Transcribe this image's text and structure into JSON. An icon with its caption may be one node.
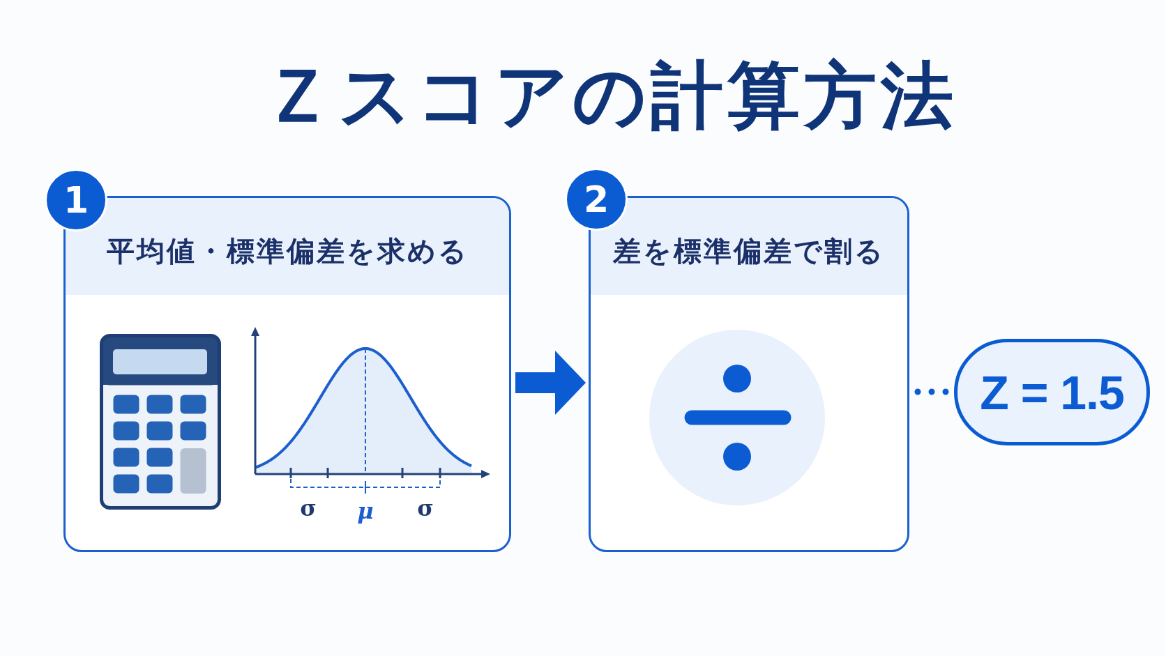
{
  "diagram": {
    "title": "Ｚスコアの計算方法",
    "nodes": [
      {
        "text": [
          "1"
        ]
      },
      {
        "text": [
          "平均値・標準偏差を求める"
        ]
      },
      {
        "text": [
          "2"
        ]
      },
      {
        "text": [
          "差を標準偏差で割る"
        ]
      },
      {
        "text": [
          "Z = 1.5"
        ]
      }
    ],
    "edges": [
      {
        "from": 1,
        "to": 3,
        "arrow": "to",
        "style": "thick"
      },
      {
        "from": 3,
        "to": 4,
        "arrow": "none",
        "style": "dashed"
      }
    ],
    "labels": [
      "σ",
      "μ",
      "σ"
    ]
  }
}
